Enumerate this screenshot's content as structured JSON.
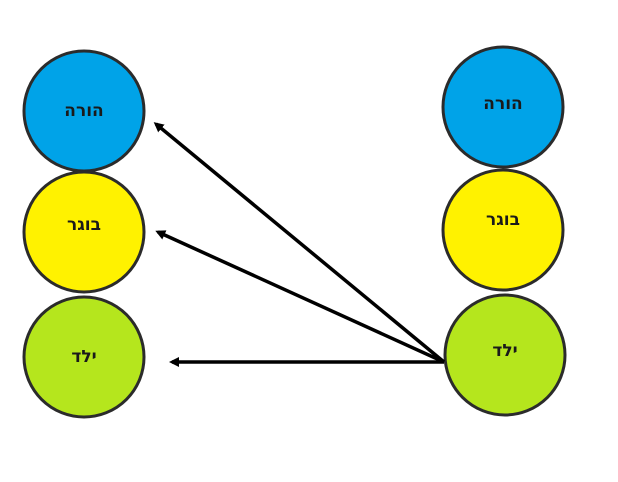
{
  "colors": {
    "parent": "#00a3e8",
    "adult": "#fff200",
    "child": "#b5e61d",
    "outline": "#2b2b2b",
    "arrow": "#000000"
  },
  "left_column": {
    "parent": "הורה",
    "adult": "בוגר",
    "child": "ילד"
  },
  "right_column": {
    "parent": "הורה",
    "adult": "בוגר",
    "child": "ילד"
  },
  "arrows": [
    {
      "from": "right_column.child",
      "to": "left_column.parent"
    },
    {
      "from": "right_column.child",
      "to": "left_column.adult"
    },
    {
      "from": "right_column.child",
      "to": "left_column.child"
    }
  ]
}
